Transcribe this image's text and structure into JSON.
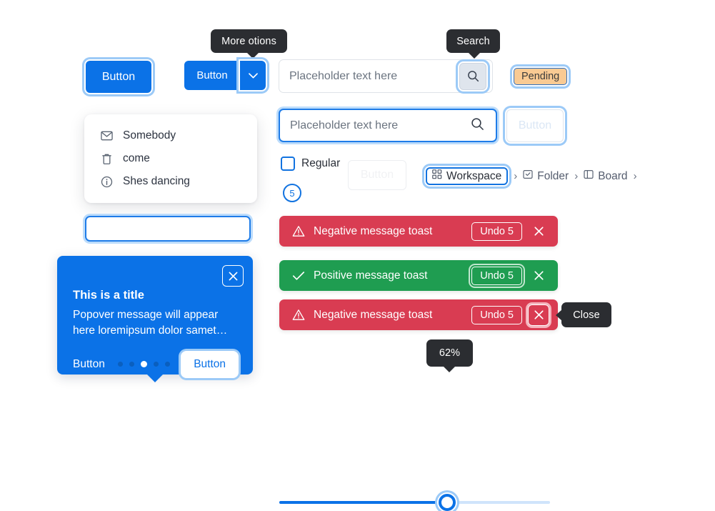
{
  "tooltips": {
    "more_options": "More otions",
    "search": "Search",
    "close": "Close",
    "slider_value": "62%"
  },
  "buttons": {
    "primary_label": "Button",
    "split_label": "Button",
    "ghost_label": "Button",
    "disabled_label": "Button"
  },
  "search_fields": [
    {
      "placeholder": "Placeholder text here",
      "value": ""
    },
    {
      "placeholder": "Placeholder text here",
      "value": ""
    }
  ],
  "empty_input": {
    "placeholder": "",
    "value": ""
  },
  "menu": {
    "items": [
      {
        "icon": "mail-icon",
        "label": "Somebody"
      },
      {
        "icon": "trash-icon",
        "label": "come"
      },
      {
        "icon": "info-icon",
        "label": "Shes dancing"
      }
    ]
  },
  "badges": {
    "pending_label": "Pending",
    "count_label": "5"
  },
  "checkbox": {
    "label": "Regular",
    "checked": false
  },
  "breadcrumb": {
    "items": [
      {
        "icon": "grid-icon",
        "label": "Workspace",
        "active": true
      },
      {
        "icon": "folder-check-icon",
        "label": "Folder",
        "active": false
      },
      {
        "icon": "board-icon",
        "label": "Board",
        "active": false
      }
    ],
    "separator": "›"
  },
  "toasts": [
    {
      "type": "negative",
      "icon": "warning-icon",
      "message": "Negative message toast",
      "undo_label": "Undo 5",
      "close_label": "✕",
      "color": "#d93c52",
      "focus": "toast"
    },
    {
      "type": "positive",
      "icon": "check-icon",
      "message": "Positive message toast",
      "undo_label": "Undo 5",
      "close_label": "✕",
      "color": "#1f9d51",
      "focus": "undo"
    },
    {
      "type": "negative",
      "icon": "warning-icon",
      "message": "Negative message toast",
      "undo_label": "Undo 5",
      "close_label": "✕",
      "color": "#d93c52",
      "focus": "close"
    }
  ],
  "popover": {
    "title": "This is a title",
    "message": "Popover message will appear here loremipsum dolor samet…",
    "link_label": "Button",
    "action_label": "Button",
    "dots_total": 5,
    "dots_active_index": 2,
    "close_label": "✕"
  },
  "slider": {
    "value": 62,
    "min": 0,
    "max": 100,
    "value_label": "62%"
  },
  "colors": {
    "accent": "#0b72e7",
    "focus_ring": "#9ccaf7",
    "negative": "#d93c52",
    "positive": "#1f9d51",
    "pending": "#f9ca93",
    "tooltip_bg": "#2b2d31"
  }
}
